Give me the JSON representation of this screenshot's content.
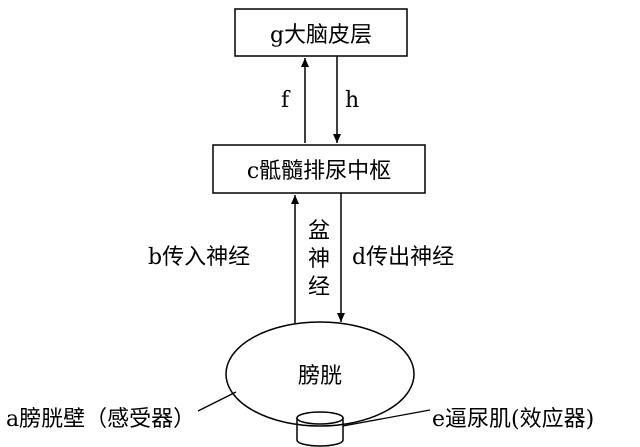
{
  "nodes": {
    "cortex": "g大脑皮层",
    "center": "c骶髓排尿中枢",
    "bladder": "膀胱"
  },
  "edges": {
    "f": "f",
    "h": "h",
    "afferent": "b传入神经",
    "efferent": "d传出神经",
    "pelvic": "盆神经"
  },
  "parts": {
    "wall": "a膀胱壁（感受器）",
    "sphincter": "e逼尿肌(效应器)"
  },
  "colors": {
    "ink": "#000000",
    "background": "#ffffff"
  }
}
